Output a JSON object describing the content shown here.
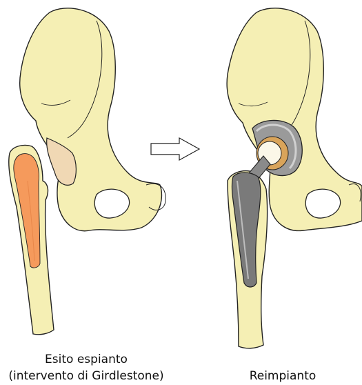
{
  "captions": {
    "left": {
      "line1": "Esito espianto",
      "line2": "(intervento di Girdlestone)"
    },
    "right": {
      "line1": "Reimpianto"
    }
  },
  "colors": {
    "bone": "#f5efb4",
    "bone_outline": "#222222",
    "cement_removed": "#f59a5c",
    "resected_head": "#f0d8b4",
    "metal_dark": "#7a7a7a",
    "metal_light": "#bdbdbd",
    "liner": "#d9a45a",
    "ball": "#fbf7e8",
    "arrow_fill": "#ffffff"
  },
  "icons": {
    "arrow": "right-arrow-outline"
  }
}
